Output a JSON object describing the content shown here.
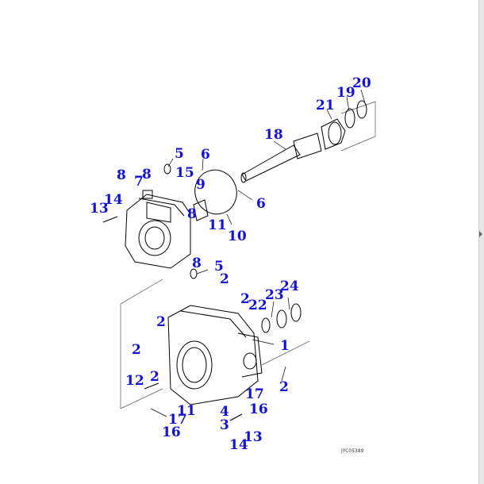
{
  "diagram": {
    "drawing_code": "JYC05389",
    "callouts": [
      {
        "id": "c20",
        "label": "20"
      },
      {
        "id": "c19",
        "label": "19"
      },
      {
        "id": "c21",
        "label": "21"
      },
      {
        "id": "c18",
        "label": "18"
      },
      {
        "id": "c5a",
        "label": "5"
      },
      {
        "id": "c6a",
        "label": "6"
      },
      {
        "id": "c8a",
        "label": "8"
      },
      {
        "id": "c8b",
        "label": "8"
      },
      {
        "id": "c7",
        "label": "7"
      },
      {
        "id": "c15",
        "label": "15"
      },
      {
        "id": "c9",
        "label": "9"
      },
      {
        "id": "c14a",
        "label": "14"
      },
      {
        "id": "c13a",
        "label": "13"
      },
      {
        "id": "c8c",
        "label": "8"
      },
      {
        "id": "c6b",
        "label": "6"
      },
      {
        "id": "c11a",
        "label": "11"
      },
      {
        "id": "c10",
        "label": "10"
      },
      {
        "id": "c8d",
        "label": "8"
      },
      {
        "id": "c5b",
        "label": "5"
      },
      {
        "id": "c2a",
        "label": "2"
      },
      {
        "id": "c2b",
        "label": "2"
      },
      {
        "id": "c22",
        "label": "22"
      },
      {
        "id": "c23",
        "label": "23"
      },
      {
        "id": "c24",
        "label": "24"
      },
      {
        "id": "c2c",
        "label": "2"
      },
      {
        "id": "c1",
        "label": "1"
      },
      {
        "id": "c2d",
        "label": "2"
      },
      {
        "id": "c2e",
        "label": "2"
      },
      {
        "id": "c2f",
        "label": "2"
      },
      {
        "id": "c12",
        "label": "12"
      },
      {
        "id": "c17a",
        "label": "17"
      },
      {
        "id": "c11b",
        "label": "11"
      },
      {
        "id": "c4",
        "label": "4"
      },
      {
        "id": "c16a",
        "label": "16"
      },
      {
        "id": "c17b",
        "label": "17"
      },
      {
        "id": "c3",
        "label": "3"
      },
      {
        "id": "c13b",
        "label": "13"
      },
      {
        "id": "c16b",
        "label": "16"
      },
      {
        "id": "c14b",
        "label": "14"
      }
    ]
  }
}
